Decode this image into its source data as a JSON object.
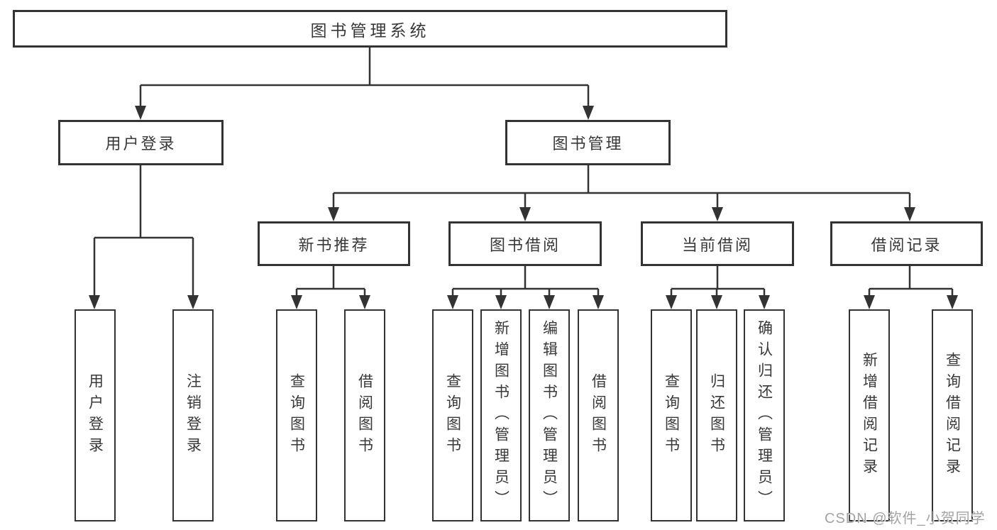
{
  "diagram": {
    "root": {
      "label": "图书管理系统"
    },
    "level2": [
      {
        "label": "用户登录"
      },
      {
        "label": "图书管理"
      }
    ],
    "level3": [
      {
        "label": "新书推荐"
      },
      {
        "label": "图书借阅"
      },
      {
        "label": "当前借阅"
      },
      {
        "label": "借阅记录"
      }
    ],
    "leaves": [
      {
        "label": "用户登录"
      },
      {
        "label": "注销登录"
      },
      {
        "label": "查询图书"
      },
      {
        "label": "借阅图书"
      },
      {
        "label": "查询图书"
      },
      {
        "label": "新增图书（管理员）"
      },
      {
        "label": "编辑图书（管理员）"
      },
      {
        "label": "借阅图书"
      },
      {
        "label": "查询图书"
      },
      {
        "label": "归还图书"
      },
      {
        "label": "确认归还（管理员）"
      },
      {
        "label": "新增借阅记录"
      },
      {
        "label": "查询借阅记录"
      }
    ],
    "colors": {
      "line": "#333333",
      "text": "#383838",
      "background": "#ffffff",
      "watermark": "#a3a3a3"
    }
  },
  "watermark": {
    "text": "CSDN @软件_小贺同学"
  }
}
